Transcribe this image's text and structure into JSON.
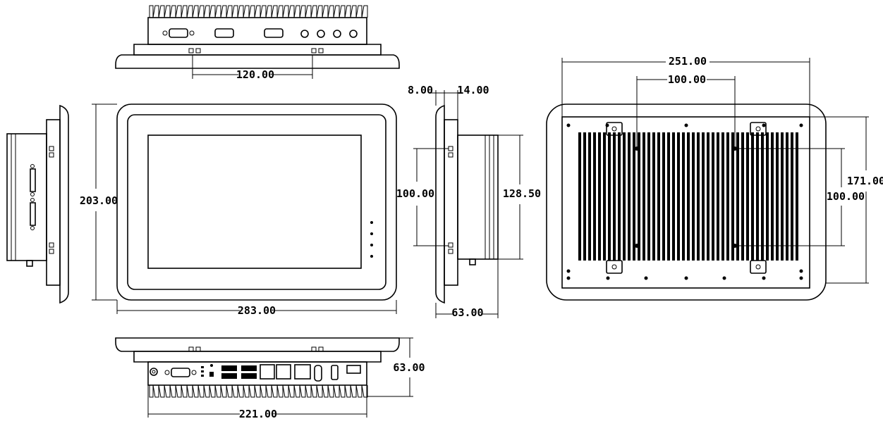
{
  "dimensions": {
    "top_connector_spacing": "120.00",
    "side_depth_a": "8.00",
    "side_depth_b": "14.00",
    "front_height": "203.00",
    "front_width": "283.00",
    "side_vesa": "100.00",
    "side_body_height": "128.50",
    "side_total_depth": "63.00",
    "rear_width": "251.00",
    "rear_vesa_horizontal": "100.00",
    "rear_height": "171.00",
    "rear_vesa_vertical": "100.00",
    "bottom_depth": "63.00",
    "bottom_width": "221.00"
  },
  "colors": {
    "line": "#000000",
    "background": "#ffffff"
  }
}
